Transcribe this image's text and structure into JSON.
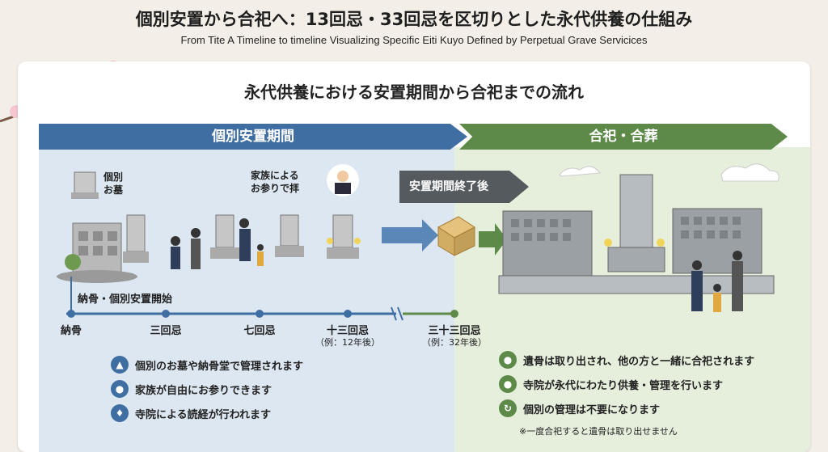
{
  "header": {
    "title": "個別安置から合祀へ：13回忌・33回忌を区切りとした永代供養の仕組み",
    "subtitle": "From Tite A Timeline to timeline Visualizing Specific Eiti Kuyo Defined by Perpetual Grave Servicices"
  },
  "card": {
    "heading": "永代供養における安置期間から合祀までの流れ"
  },
  "bands": {
    "left": "個別安置期間",
    "right": "合祀・合葬",
    "transition": "安置期間終了後"
  },
  "illustration_labels": {
    "individual_grave": [
      "個別",
      "お墓"
    ],
    "family_visit": [
      "家族による",
      "お参りで拝"
    ],
    "start": "納骨・個別安置開始"
  },
  "timeline": [
    {
      "label": "納骨",
      "sub": ""
    },
    {
      "label": "三回忌",
      "sub": ""
    },
    {
      "label": "七回忌",
      "sub": ""
    },
    {
      "label": "十三回忌",
      "sub": "（例：12年後）"
    },
    {
      "label": "三十三回忌",
      "sub": "（例：32年後）"
    }
  ],
  "left_list": [
    {
      "icon": "grave-icon",
      "text": "個別のお墓や納骨堂で管理されます"
    },
    {
      "icon": "family-icon",
      "text": "家族が自由にお参りできます"
    },
    {
      "icon": "monk-icon",
      "text": "寺院による読経が行われます"
    }
  ],
  "right_list": [
    {
      "icon": "people-group-icon",
      "text": "遺骨は取り出され、他の方と一緒に合祀されます"
    },
    {
      "icon": "people-group-icon",
      "text": "寺院が永代にわたり供養・管理を行います"
    },
    {
      "icon": "recycle-icon",
      "text": "個別の管理は不要になります"
    }
  ],
  "note": "※一度合祀すると遺骨は取り出せません",
  "colors": {
    "blue": "#3f6ea3",
    "green": "#5d8a48",
    "left_panel": "#dde7f2",
    "right_panel": "#e6eedc"
  }
}
